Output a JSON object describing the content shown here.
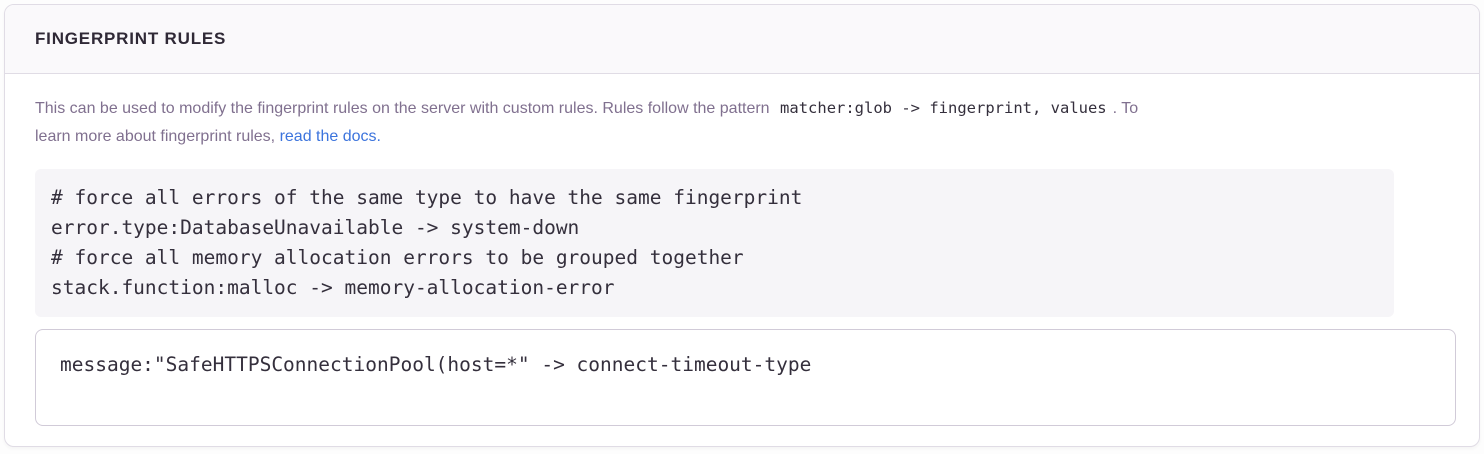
{
  "panel": {
    "title": "FINGERPRINT RULES",
    "description": {
      "text_before_code": "This can be used to modify the fingerprint rules on the server with custom rules. Rules follow the pattern",
      "inline_code": "matcher:glob -> fingerprint, values",
      "text_after_code": ". To",
      "line2_text": "learn more about fingerprint rules, ",
      "link_text": "read the docs."
    },
    "example_code": "# force all errors of the same type to have the same fingerprint\nerror.type:DatabaseUnavailable -> system-down\n# force all memory allocation errors to be grouped together\nstack.function:malloc -> memory-allocation-error",
    "input": {
      "value": "message:\"SafeHTTPSConnectionPool(host=*\" -> connect-timeout-type"
    }
  },
  "colors": {
    "link_blue": "#3c74dd",
    "title_color": "#2f2936",
    "body_text": "#80708f",
    "code_text": "#342f3c",
    "panel_border": "#e0dce5",
    "header_bg": "#faf9fb",
    "pre_bg": "#f6f5f8",
    "input_border": "#d1cbd8"
  }
}
